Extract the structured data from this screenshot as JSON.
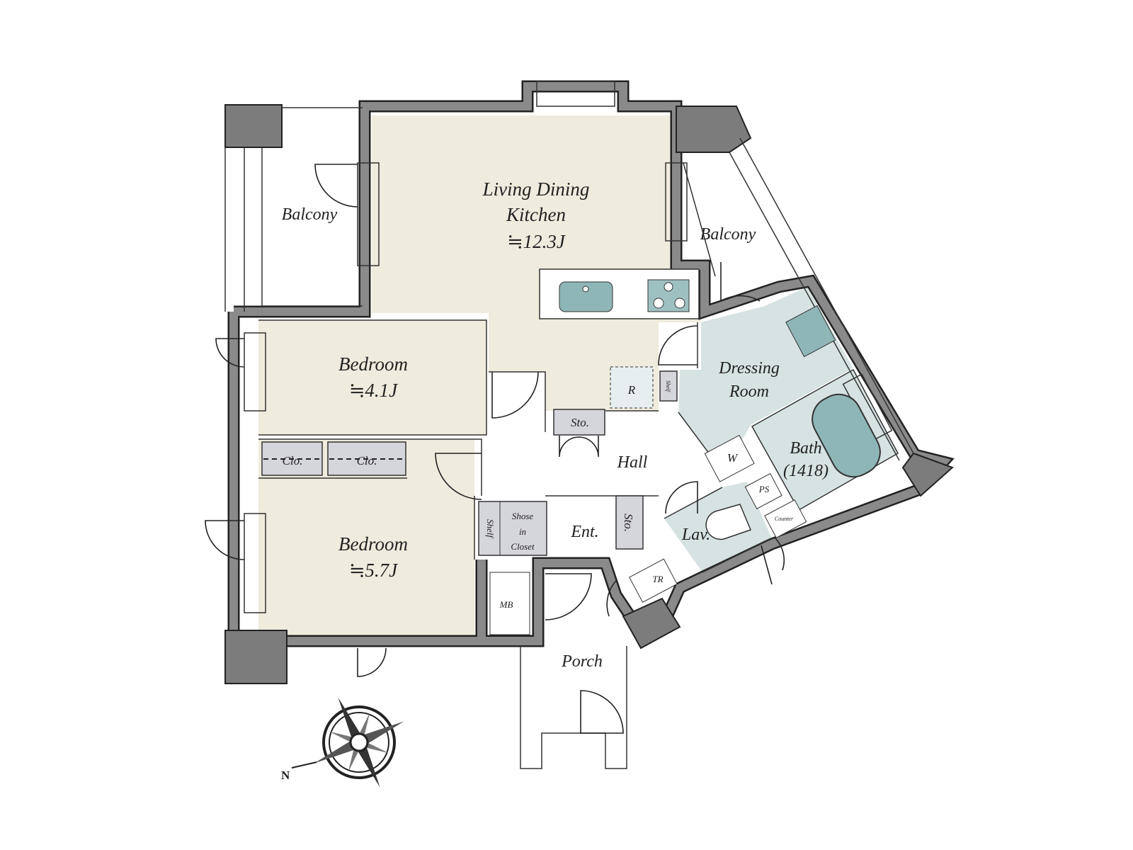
{
  "colors": {
    "room_fill": "#efebdd",
    "wet_fill": "#d7e2e2",
    "closet_fill": "#d5d5dc",
    "wall": "#8a8a8a",
    "outline": "#222222"
  },
  "rooms": {
    "ldk": {
      "name_line1": "Living Dining",
      "name_line2": "Kitchen",
      "area": "≒12.3J"
    },
    "bedroom1": {
      "name": "Bedroom",
      "area": "≒4.1J"
    },
    "bedroom2": {
      "name": "Bedroom",
      "area": "≒5.7J"
    },
    "balcony_left": "Balcony",
    "balcony_right": "Balcony",
    "dressing": {
      "name_line1": "Dressing",
      "name_line2": "Room"
    },
    "bath": {
      "name": "Bath",
      "size": "(1418)"
    },
    "hall": "Hall",
    "lav": "Lav.",
    "ent": "Ent.",
    "porch": "Porch",
    "clo1": "Clo.",
    "clo2": "Clo.",
    "sto1": "Sto.",
    "sto2": "Sto.",
    "shoes_closet": {
      "line1": "Shose",
      "line2": "in",
      "line3": "Closet"
    },
    "shelf_ent": "Shelf",
    "shelf_dress": "Shelf",
    "fridge": "R",
    "washer": "W",
    "ps": "PS",
    "counter": "Counter",
    "mb": "MB",
    "tr": "TR"
  },
  "compass": {
    "north_label": "N",
    "icon": "compass-rose-icon"
  }
}
